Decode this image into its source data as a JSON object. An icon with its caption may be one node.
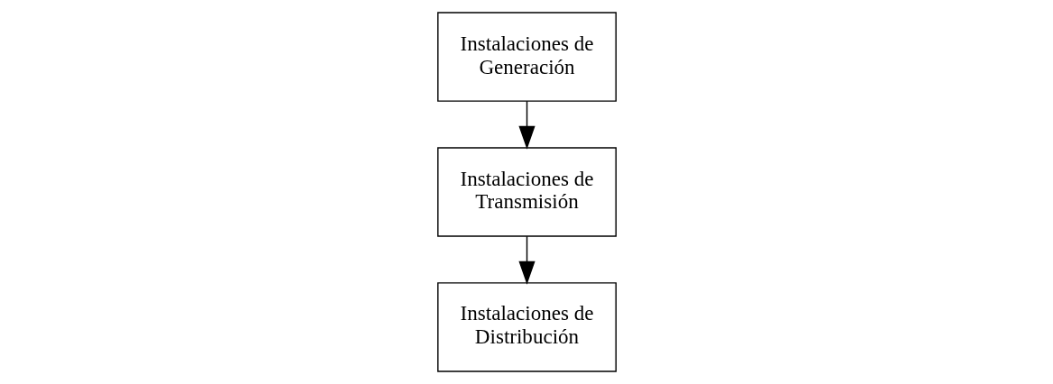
{
  "diagram": {
    "nodes": [
      {
        "text": [
          "Instalaciones de Generación"
        ]
      },
      {
        "text": [
          "Instalaciones de Transmisión"
        ]
      },
      {
        "text": [
          "Instalaciones de Distribución"
        ]
      }
    ],
    "edges": [
      {
        "from": 0,
        "to": 1,
        "arrow": "to"
      },
      {
        "from": 1,
        "to": 2,
        "arrow": "to"
      }
    ]
  }
}
